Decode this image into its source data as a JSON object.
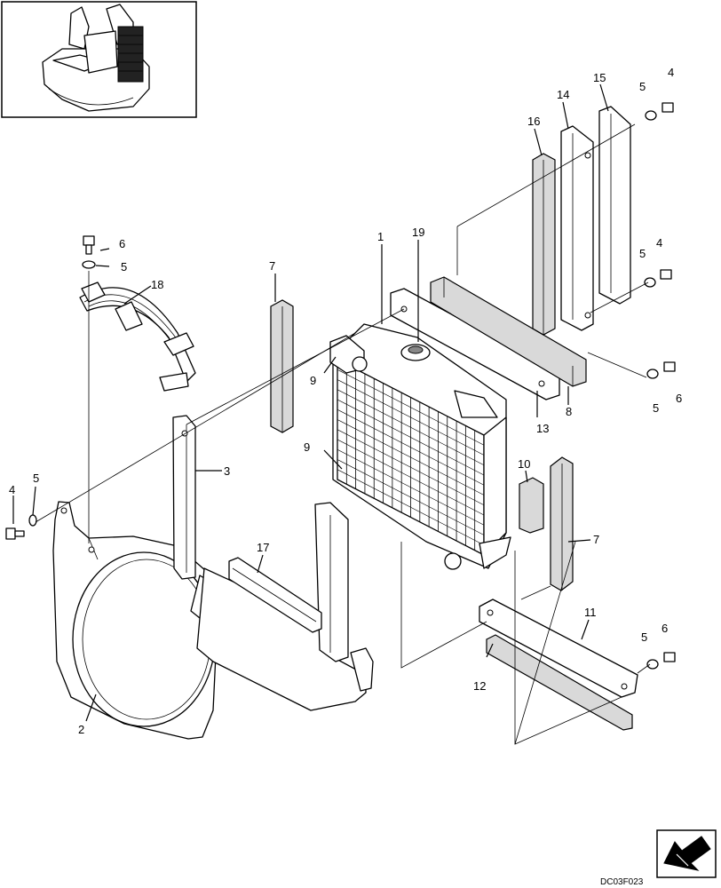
{
  "diagram": {
    "callouts": [
      {
        "label": "1"
      },
      {
        "label": "19"
      },
      {
        "label": "2"
      },
      {
        "label": "3"
      },
      {
        "label": "4"
      },
      {
        "label": "5"
      },
      {
        "label": "6"
      },
      {
        "label": "5"
      },
      {
        "label": "18"
      },
      {
        "label": "7"
      },
      {
        "label": "9"
      },
      {
        "label": "9"
      },
      {
        "label": "17"
      },
      {
        "label": "13"
      },
      {
        "label": "8"
      },
      {
        "label": "10"
      },
      {
        "label": "7"
      },
      {
        "label": "16"
      },
      {
        "label": "14"
      },
      {
        "label": "15"
      },
      {
        "label": "5"
      },
      {
        "label": "4"
      },
      {
        "label": "5"
      },
      {
        "label": "4"
      },
      {
        "label": "5"
      },
      {
        "label": "6"
      },
      {
        "label": "11"
      },
      {
        "label": "12"
      },
      {
        "label": "5"
      },
      {
        "label": "6"
      }
    ],
    "drawing_code": "DC03F023",
    "icons": [
      "machine-location-thumbnail",
      "page-turn-arrow-icon"
    ]
  }
}
